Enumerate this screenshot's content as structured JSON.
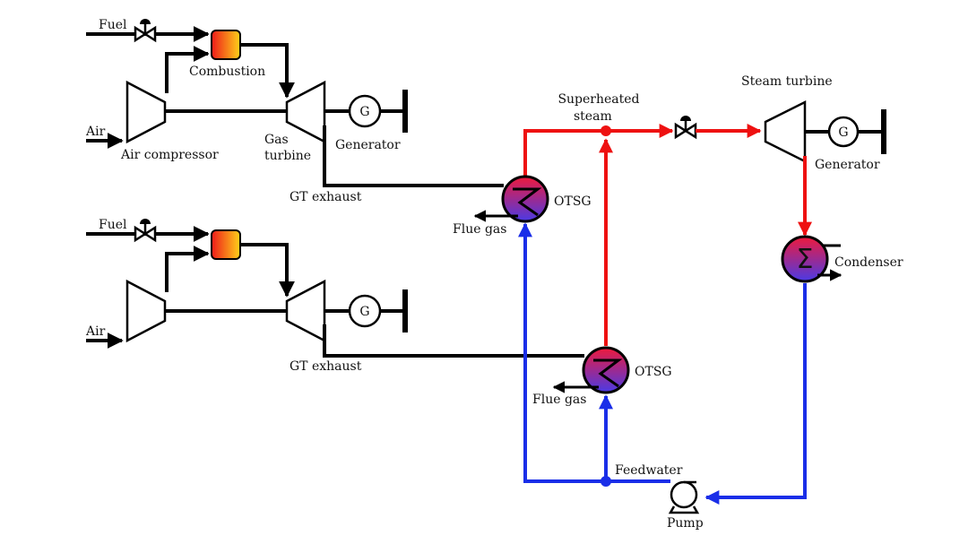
{
  "labels": {
    "fuel_top": "Fuel",
    "combustion": "Combustion",
    "air_top": "Air",
    "air_compressor": "Air compressor",
    "gas_turbine_1": "Gas",
    "gas_turbine_2": "turbine",
    "generator_top": "Generator",
    "generator_glyph": "G",
    "gt_exhaust_top": "GT exhaust",
    "otsg_top": "OTSG",
    "flue_gas_top": "Flue gas",
    "superheated_1": "Superheated",
    "superheated_2": "steam",
    "steam_turbine": "Steam turbine",
    "generator_right": "Generator",
    "condenser": "Condenser",
    "fuel_bottom": "Fuel",
    "air_bottom": "Air",
    "gt_exhaust_bottom": "GT exhaust",
    "otsg_bottom": "OTSG",
    "flue_gas_bottom": "Flue gas",
    "feedwater": "Feedwater",
    "pump": "Pump"
  },
  "colors": {
    "steam_line": "#ee1111",
    "water_line": "#1a2ee8",
    "exhaust_line": "#000000",
    "hx_gradient": [
      "#ee1a3c",
      "#4a3ae6"
    ],
    "combustor_gradient": [
      "#ee1a1a",
      "#ffd21a"
    ]
  },
  "icons": {
    "valve": "valve-icon",
    "heat_exchanger": "heat-exchanger-icon",
    "condenser": "condenser-icon",
    "pump": "pump-icon",
    "generator": "generator-icon",
    "compressor": "compressor-icon",
    "turbine": "turbine-icon",
    "combustor": "combustor-icon"
  }
}
